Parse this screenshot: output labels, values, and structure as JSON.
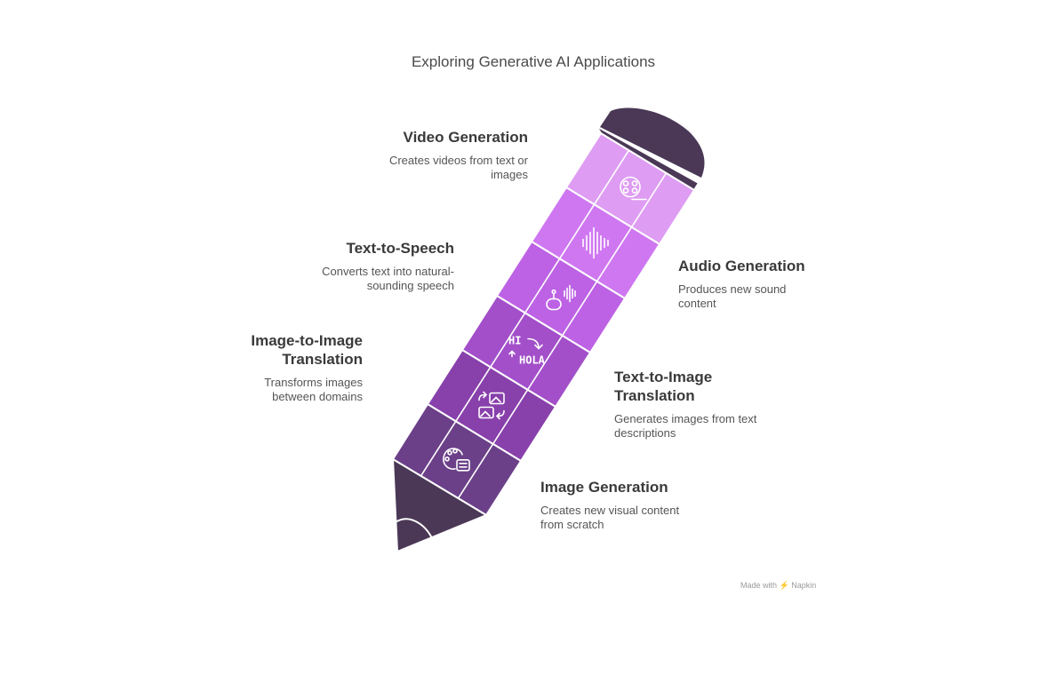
{
  "title": "Exploring Generative AI Applications",
  "footer": "Made with ⚡ Napkin",
  "segments": [
    {
      "title": "Video Generation",
      "desc": "Creates videos from text or images",
      "icon": "film-reel-icon",
      "color": "#de9cf2"
    },
    {
      "title": "Audio Generation",
      "desc": "Produces new sound content",
      "icon": "sound-wave-icon",
      "color": "#cf77f1"
    },
    {
      "title": "Text-to-Speech",
      "desc": "Converts text into natural-sounding speech",
      "icon": "speaking-robot-icon",
      "color": "#bd62e4"
    },
    {
      "title": "Text-to-Image Translation",
      "desc": "Generates images from text descriptions",
      "icon": "language-translate-icon",
      "color": "#a24fc9"
    },
    {
      "title": "Image-to-Image Translation",
      "desc": "Transforms images between domains",
      "icon": "image-swap-icon",
      "color": "#8840ab"
    },
    {
      "title": "Image Generation",
      "desc": "Creates new visual content from scratch",
      "icon": "palette-icon",
      "color": "#6b4089"
    }
  ],
  "icon_text": {
    "hi": "HI",
    "hola": "HOLA"
  },
  "colors": {
    "eraser": "#4a3856",
    "tip": "#4a3856",
    "line": "#ffffff"
  }
}
